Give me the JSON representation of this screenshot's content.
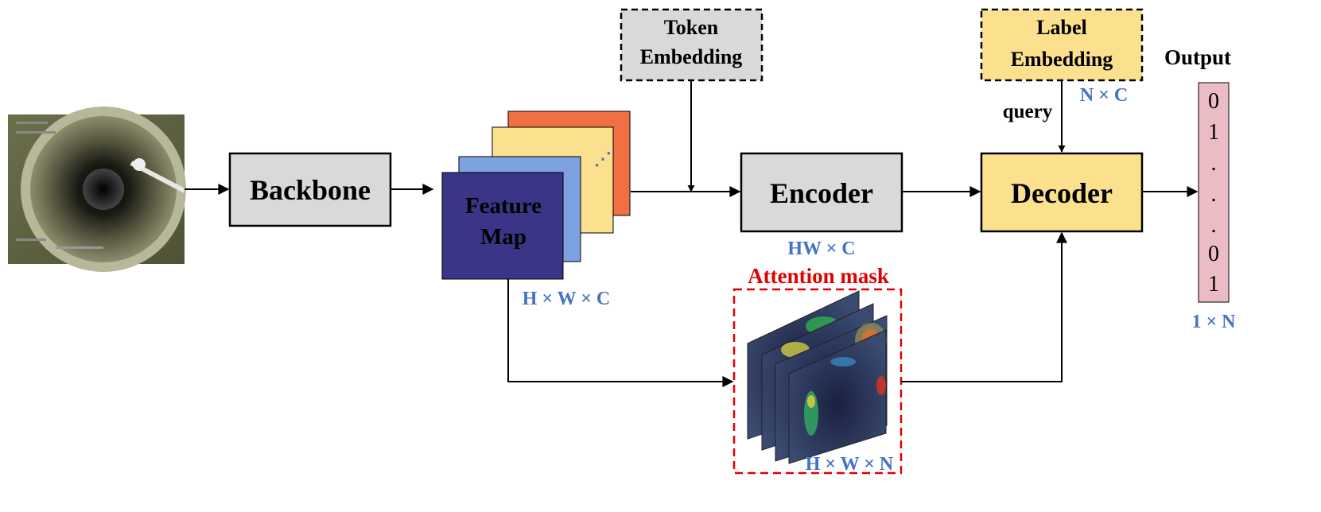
{
  "blocks": {
    "backbone": "Backbone",
    "encoder": "Encoder",
    "decoder": "Decoder",
    "token_embedding": [
      "Token",
      "Embedding"
    ],
    "label_embedding": [
      "Label",
      "Embedding"
    ],
    "feature_map": [
      "Feature",
      "Map"
    ],
    "attention_mask": "Attention mask",
    "output_title": "Output"
  },
  "dimensions": {
    "feature_map": "H × W × C",
    "encoder": "HW × C",
    "label_embedding": "N × C",
    "attention_mask": "H × W × N",
    "output": "1 × N"
  },
  "labels": {
    "query": "query",
    "feature_stack_dots": "⋰"
  },
  "output_vector": [
    "0",
    "1",
    ".",
    ".",
    ".",
    "0",
    "1"
  ],
  "colors": {
    "gray_block": "#d9d9d9",
    "yellow_block": "#fbe08e",
    "feature_front": "#3a3587",
    "feature_second": "#7ea1e0",
    "feature_third": "#fbe08e",
    "feature_back": "#f07043",
    "output_vector": "#ebbcc4",
    "dimension_text": "#4472c4",
    "attention_mask": "#e00000"
  }
}
